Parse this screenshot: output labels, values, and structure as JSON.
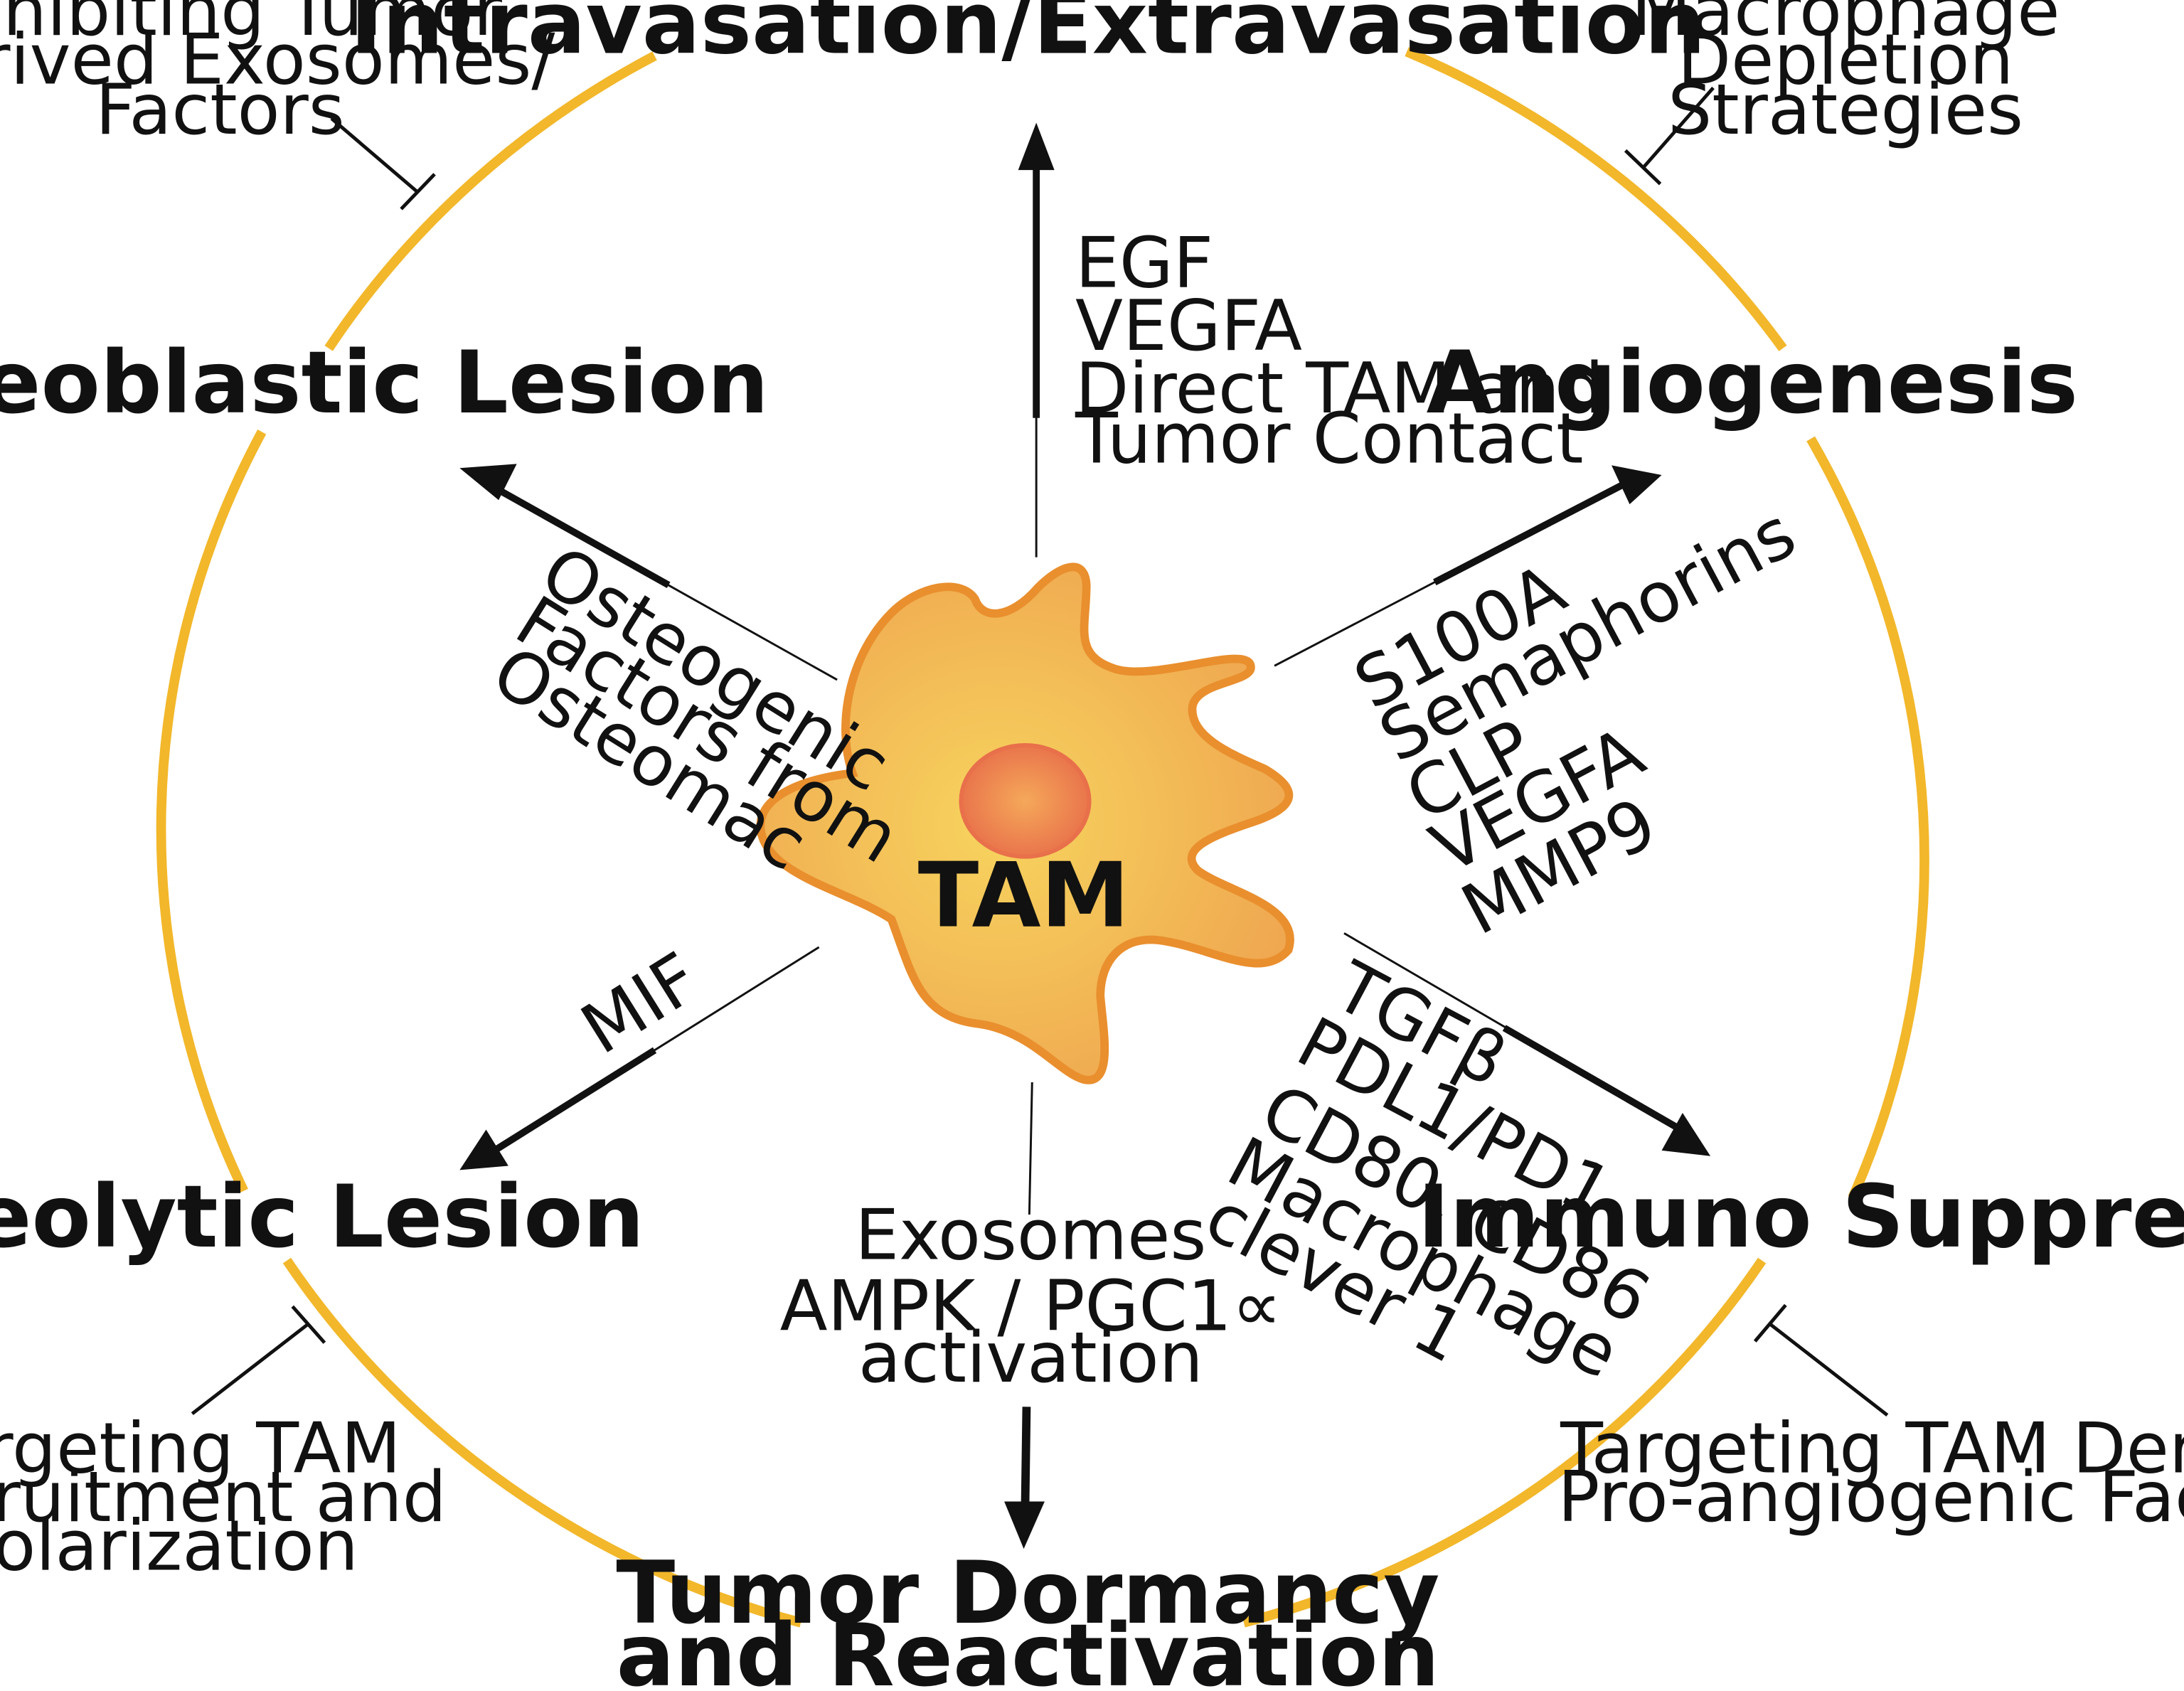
{
  "colors": {
    "ring": "#F2B72A",
    "cell_fill_center": "#F7D45E",
    "cell_fill_edge": "#EFA650",
    "cell_outline": "#E98F2E",
    "nucleus_center": "#F5A85A",
    "nucleus_edge": "#E8704A",
    "arrow": "#111111"
  },
  "center": {
    "label": "TAM",
    "icon": "macrophage-cell-icon"
  },
  "outcomes": {
    "intravasation": "Intravasation/Extravasation",
    "angiogenesis": "Angiogenesis",
    "immuno_suppression": "Immuno Suppression",
    "tumor_dormancy": [
      "Tumor Dormancy",
      "and Reactivation"
    ],
    "osteolytic": "Osteolytic Lesion",
    "osteoblastic": "Osteoblastic Lesion"
  },
  "factors": {
    "intravasation": [
      "EGF",
      "VEGFA",
      "Direct TAM and",
      "Tumor Contact"
    ],
    "angiogenesis": [
      "S100A",
      "Semaphorins",
      "CLP",
      "VEGFA",
      "MMP9"
    ],
    "immuno_suppression": [
      "TGFβ",
      "PDL1/PD1",
      "CD80, CD86",
      "Macrophage",
      "clever 1"
    ],
    "tumor_dormancy": [
      "Exosomes",
      "AMPK / PGC1∝",
      "activation"
    ],
    "osteolytic": [
      "MIF"
    ],
    "osteoblastic": [
      "Osteogenic",
      "Factors from",
      "Osteomac"
    ]
  },
  "therapies": {
    "top_left": [
      "Inhibiting Tumor",
      "Derived Exosomes/",
      "Factors"
    ],
    "top_right": [
      "Macrophage",
      "Depletion",
      "Strategies"
    ],
    "bottom_left": [
      "Targeting TAM",
      "Recruitment and",
      "Polarization"
    ],
    "bottom_right": [
      "Targeting TAM Derived",
      "Pro-angiogenic Factors"
    ]
  }
}
